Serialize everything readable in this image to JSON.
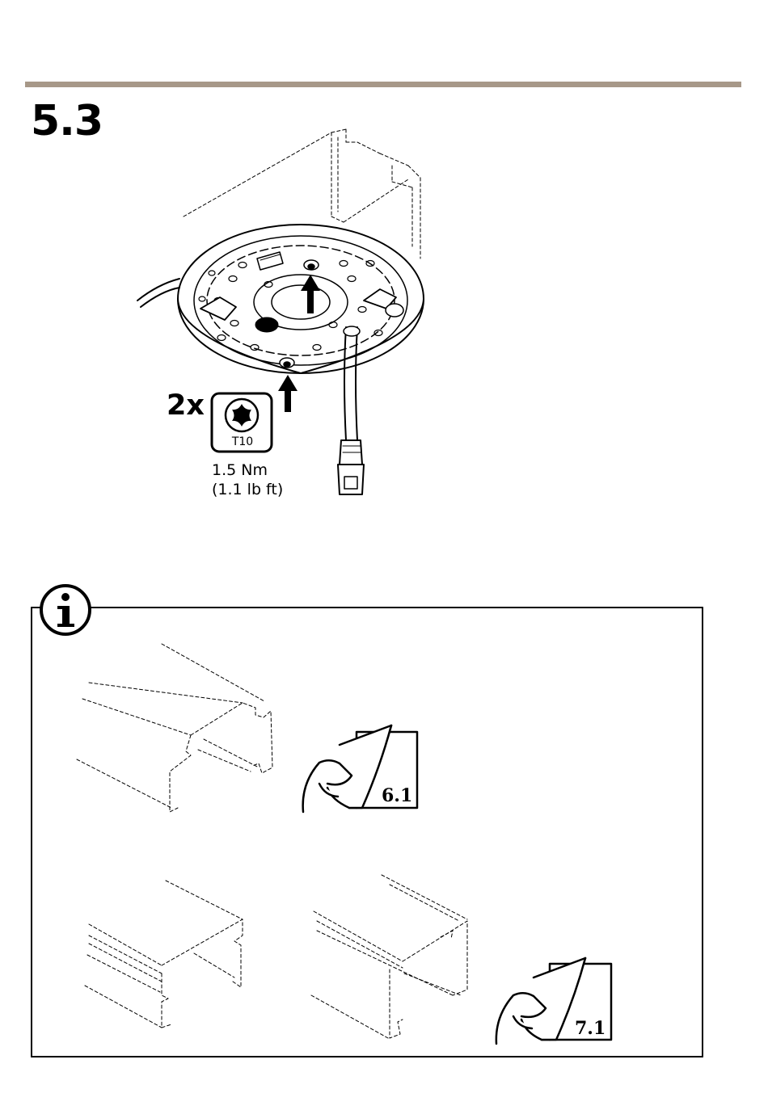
{
  "colors": {
    "rule": "#a79888",
    "line": "#000000"
  },
  "step": {
    "number": "5.3"
  },
  "screw": {
    "count": "2x",
    "bit": "T10",
    "torque_metric": "1.5 Nm",
    "torque_imperial": "(1.1 lb ft)"
  },
  "icons": [
    "info-icon",
    "torx-bit-icon",
    "arrow-up-icon",
    "turn-page-icon"
  ],
  "info_box": {
    "refs": [
      {
        "label": "6.1"
      },
      {
        "label": "7.1"
      }
    ]
  }
}
